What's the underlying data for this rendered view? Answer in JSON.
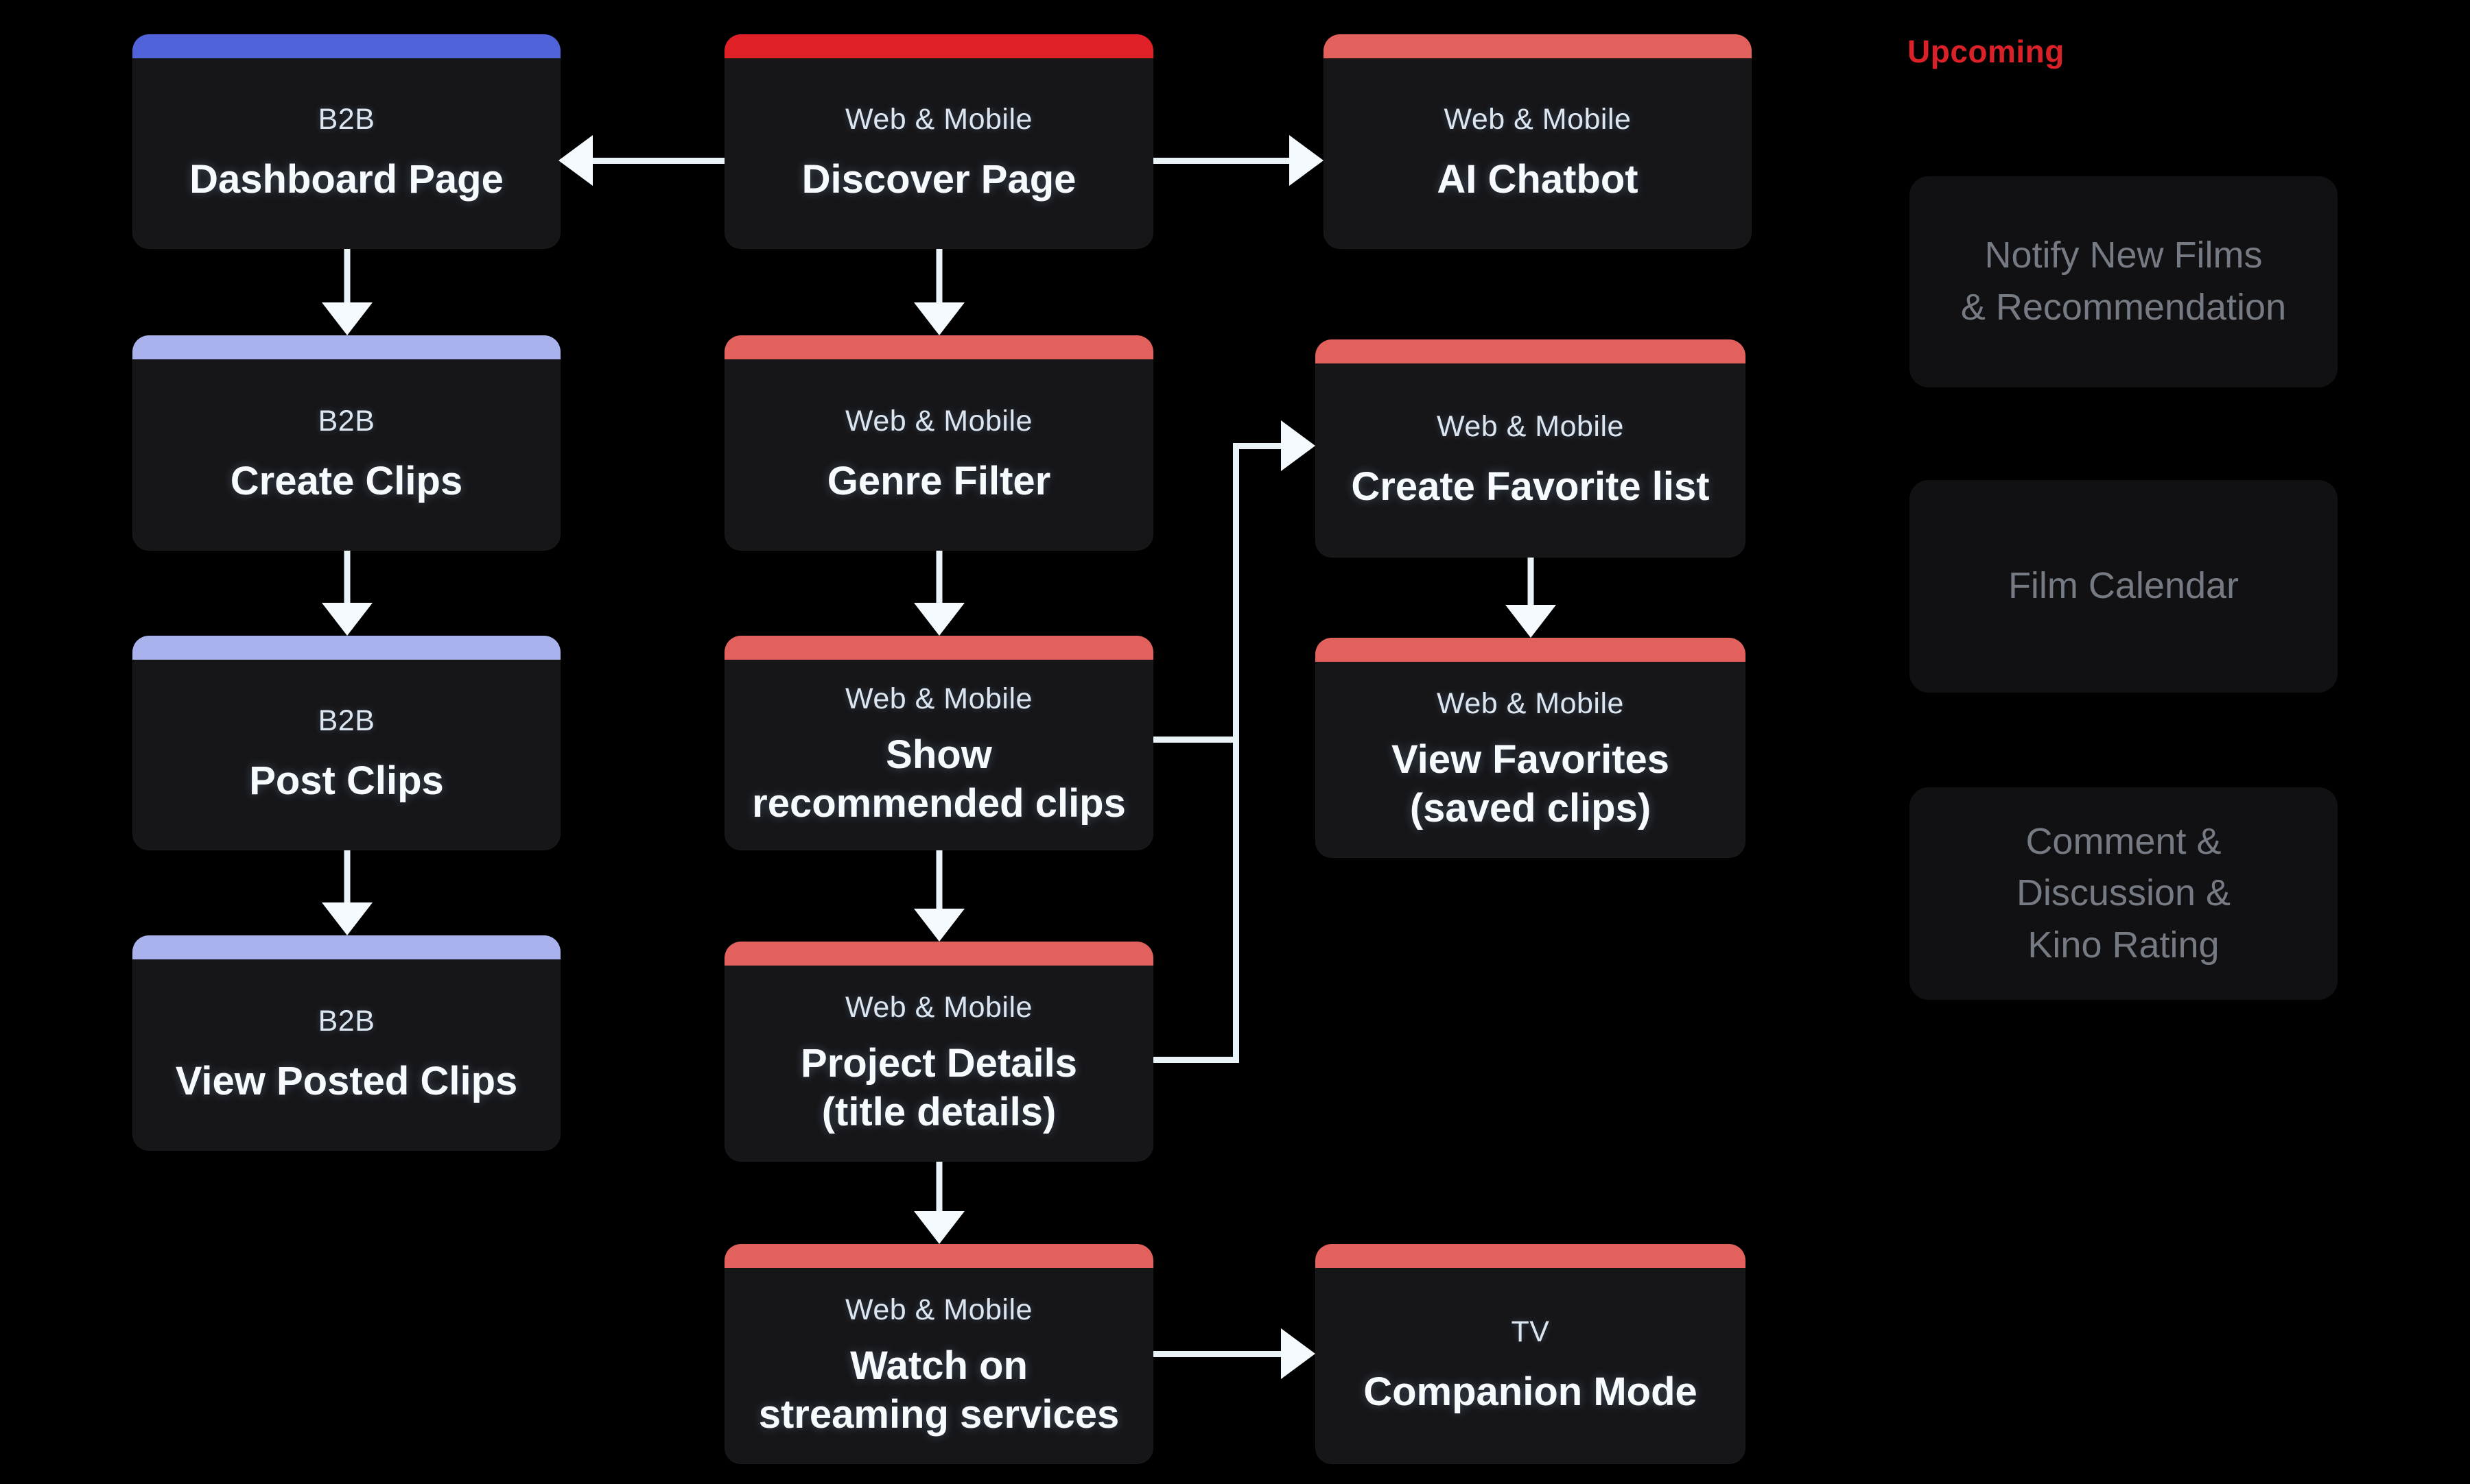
{
  "colors": {
    "background": "#000000",
    "card_body": "#161619",
    "bar_blue": "#5063da",
    "bar_periwinkle": "#a9b2ec",
    "bar_red": "#df2127",
    "bar_salmon": "#e2615d",
    "connector": "#e9f3f8",
    "upcoming_red": "#da2127",
    "ghost_text": "#767b83"
  },
  "nodes": {
    "dashboard": {
      "platform": "B2B",
      "title": "Dashboard Page"
    },
    "create_clips": {
      "platform": "B2B",
      "title": "Create Clips"
    },
    "post_clips": {
      "platform": "B2B",
      "title": "Post Clips"
    },
    "view_posted_clips": {
      "platform": "B2B",
      "title": "View Posted Clips"
    },
    "discover": {
      "platform": "Web & Mobile",
      "title": "Discover Page"
    },
    "genre_filter": {
      "platform": "Web & Mobile",
      "title": "Genre Filter"
    },
    "show_recommended": {
      "platform": "Web & Mobile",
      "title": "Show\nrecommended clips"
    },
    "project_details": {
      "platform": "Web & Mobile",
      "title": "Project Details\n(title details)"
    },
    "watch_streaming": {
      "platform": "Web & Mobile",
      "title": "Watch on\nstreaming services"
    },
    "ai_chatbot": {
      "platform": "Web & Mobile",
      "title": "AI Chatbot"
    },
    "create_favorite_list": {
      "platform": "Web & Mobile",
      "title": "Create Favorite list"
    },
    "view_favorites": {
      "platform": "Web & Mobile",
      "title": "View Favorites\n(saved clips)"
    },
    "tv_companion": {
      "platform": "TV",
      "title": "Companion Mode"
    }
  },
  "upcoming": {
    "label": "Upcoming",
    "items": [
      {
        "label": "Notify New Films\n& Recommendation"
      },
      {
        "label": "Film Calendar"
      },
      {
        "label": "Comment &\nDiscussion &\nKino Rating"
      }
    ]
  }
}
